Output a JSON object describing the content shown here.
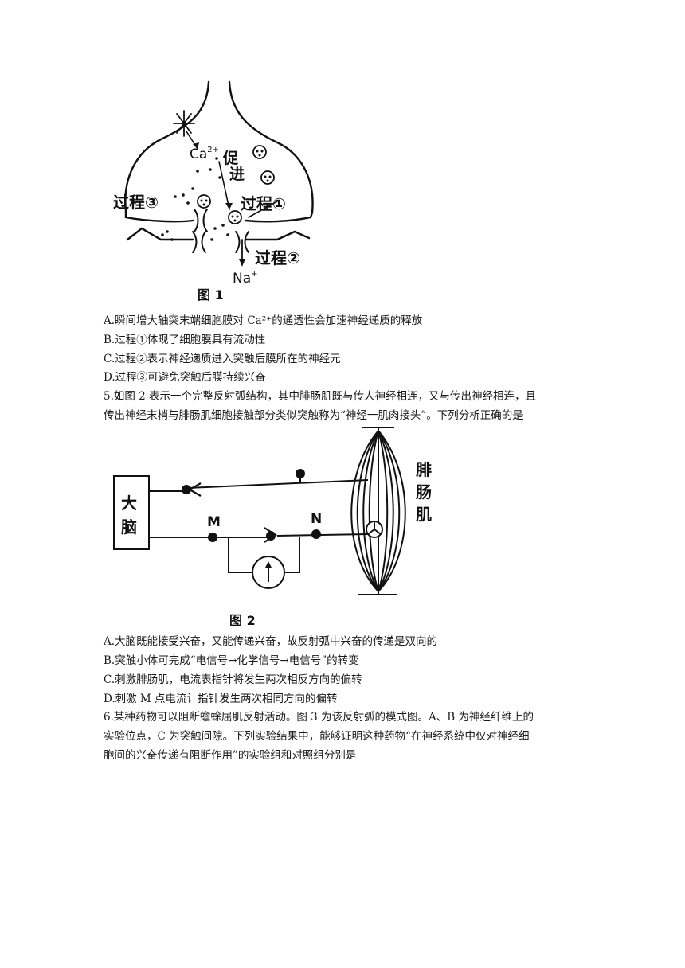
{
  "figure1": {
    "caption": "图 1",
    "labels": {
      "ca": "Ca",
      "ca_sup": "2+",
      "promote_1": "促",
      "promote_2": "进",
      "process3": "过程③",
      "process1": "过程①",
      "process2": "过程②",
      "na": "Na",
      "na_sup": "+"
    }
  },
  "q4_options": [
    "A.瞬间增大轴突末端细胞膜对 Ca²⁺的通透性会加速神经递质的释放",
    "B.过程①体现了细胞膜具有流动性",
    "C.过程②表示神经递质进入突触后膜所在的神经元",
    "D.过程③可避免突触后膜持续兴奋"
  ],
  "q5": {
    "stem_1": "5.如图 2 表示一个完整反射弧结构，其中腓肠肌既与传人神经相连，又与传出神经相连，且",
    "stem_2": "传出神经末梢与腓肠肌细胞接触部分类似突触称为“神经一肌肉接头”。下列分析正确的是",
    "options": [
      "A.大脑既能接受兴奋，又能传递兴奋，故反射弧中兴奋的传递是双向的",
      "B.突触小体可完成“电信号→化学信号→电信号”的转变",
      "C.刺激腓肠肌，电流表指针将发生两次相反方向的偏转",
      "D.刺激 M 点电流计指针发生两次相同方向的偏转"
    ]
  },
  "figure2": {
    "caption": "图 2",
    "brain_1": "大",
    "brain_2": "脑",
    "label_m": "M",
    "label_n": "N",
    "muscle_1": "腓",
    "muscle_2": "肠",
    "muscle_3": "肌"
  },
  "q6": {
    "lines": [
      "6.某种药物可以阻断蟾蜍屈肌反射活动。图 3 为该反射弧的模式图。A、B 为神经纤维上的",
      "实验位点，C 为突触间隙。下列实验结果中，能够证明这种药物“在神经系统中仅对神经细",
      "胞间的兴奋传递有阻断作用”的实验组和对照组分别是"
    ]
  }
}
